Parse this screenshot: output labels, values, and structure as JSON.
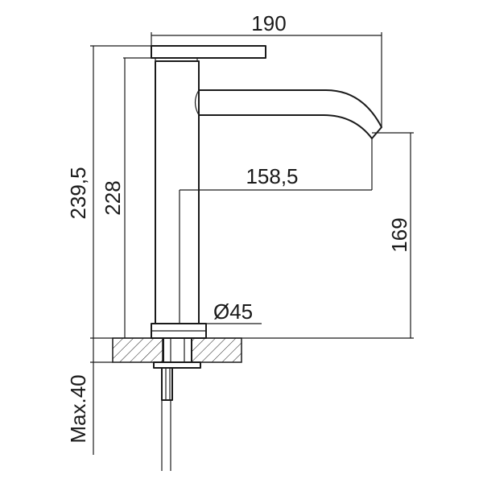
{
  "dimensions": {
    "overall_reach": "190",
    "spout_reach": "158,5",
    "total_height": "239,5",
    "body_height": "228",
    "spout_height": "169",
    "base_diameter": "Ø45",
    "max_deck_thickness": "Max.40"
  },
  "colors": {
    "line": "#1a1a1a",
    "background": "#ffffff"
  }
}
